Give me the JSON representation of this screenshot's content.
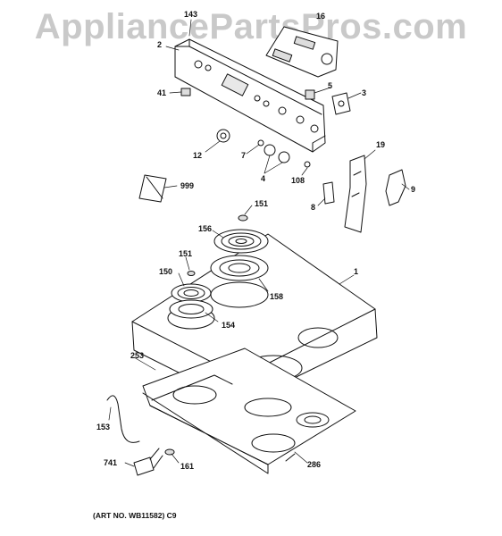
{
  "watermark": "AppliancePartsPros.com",
  "art_number": "(ART NO. WB11582) C9",
  "callouts": {
    "c143": "143",
    "c16": "16",
    "c2": "2",
    "c41": "41",
    "c5": "5",
    "c3": "3",
    "c12": "12",
    "c7": "7",
    "c4": "4",
    "c108": "108",
    "c19": "19",
    "c8": "8",
    "c9": "9",
    "c999": "999",
    "c151a": "151",
    "c156": "156",
    "c151b": "151",
    "c150": "150",
    "c158": "158",
    "c154": "154",
    "c1": "1",
    "c253": "253",
    "c153": "153",
    "c741": "741",
    "c161": "161",
    "c286": "286"
  }
}
